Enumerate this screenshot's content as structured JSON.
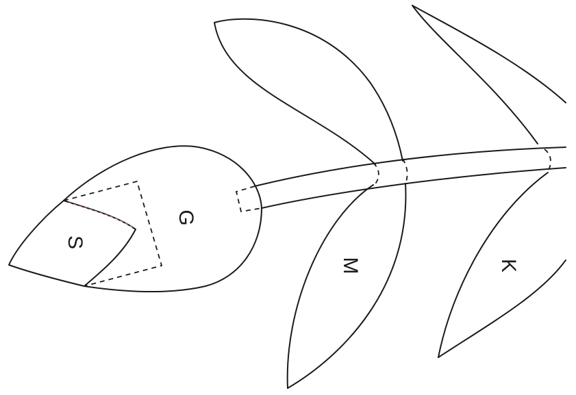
{
  "pattern": {
    "pieces": [
      {
        "id": "S",
        "label": "S"
      },
      {
        "id": "G",
        "label": "G"
      },
      {
        "id": "M",
        "label": "M"
      },
      {
        "id": "K",
        "label": "K"
      }
    ],
    "colors": {
      "line": "#1a1a1a",
      "background": "#ffffff",
      "accent_dash": "#d98fb0"
    }
  }
}
